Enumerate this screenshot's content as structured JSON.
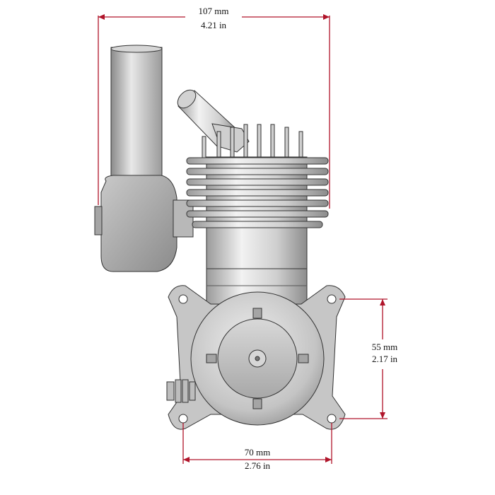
{
  "colors": {
    "dimension_line": "#b0142a",
    "metal_light": "#e6e6e6",
    "metal_mid": "#bdbdbd",
    "metal_dark": "#7a7a7a",
    "outline": "#333333",
    "background": "#ffffff"
  },
  "dimensions": {
    "top": {
      "mm": "107 mm",
      "in": "4.21 in"
    },
    "right": {
      "mm": "55 mm",
      "in": "2.17 in"
    },
    "bottom": {
      "mm": "70 mm",
      "in": "2.76 in"
    }
  }
}
